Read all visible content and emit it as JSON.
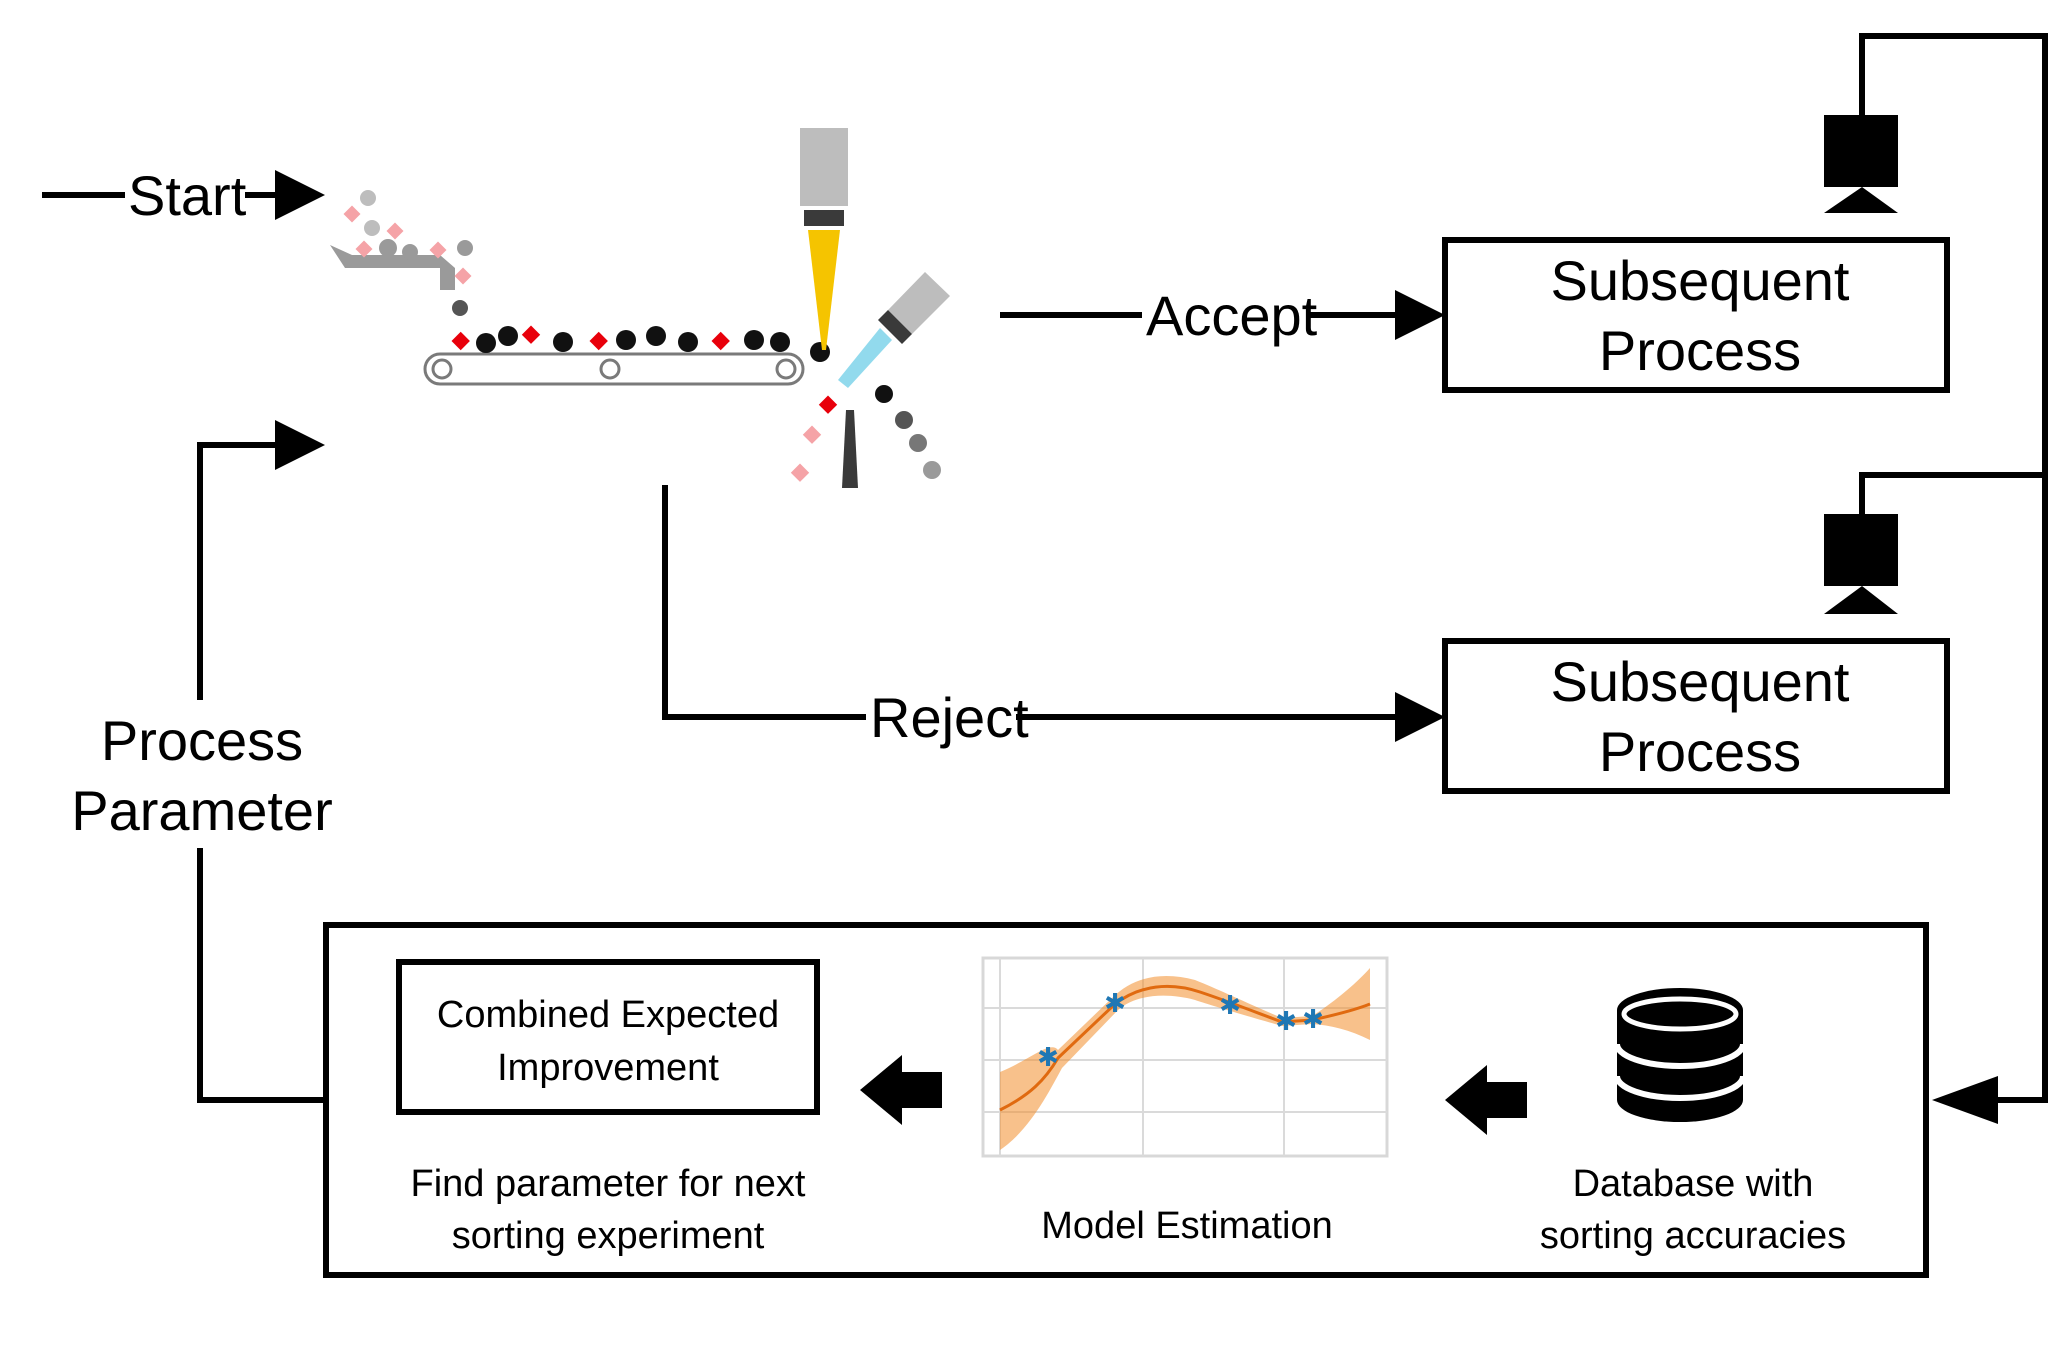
{
  "labels": {
    "start": "Start",
    "accept": "Accept",
    "reject": "Reject",
    "process_param_1": "Process",
    "process_param_2": "Parameter"
  },
  "boxes": {
    "subsequent_top_1": "Subsequent",
    "subsequent_top_2": "Process",
    "subsequent_bottom_1": "Subsequent",
    "subsequent_bottom_2": "Process",
    "cei_1": "Combined Expected",
    "cei_2": "Improvement"
  },
  "captions": {
    "find_1": "Find parameter for next",
    "find_2": "sorting experiment",
    "model": "Model Estimation",
    "db_1": "Database with",
    "db_2": "sorting accuracies"
  },
  "icons": [
    "camera-icon",
    "database-icon",
    "left-arrow-icon",
    "conveyor-belt-icon",
    "sensor-icon",
    "air-nozzle-icon"
  ],
  "colors": {
    "line": "#000000",
    "reject_red": "#e8000b",
    "reject_pink": "#f5a3a7",
    "accept_black": "#111111",
    "accept_gray": "#9a9a9a",
    "sensor_gray": "#bdbdbd",
    "light_beam": "#f5c400",
    "air_jet": "#7fd3ea",
    "model_orange": "#f28e2b",
    "model_points": "#1f77b4"
  }
}
